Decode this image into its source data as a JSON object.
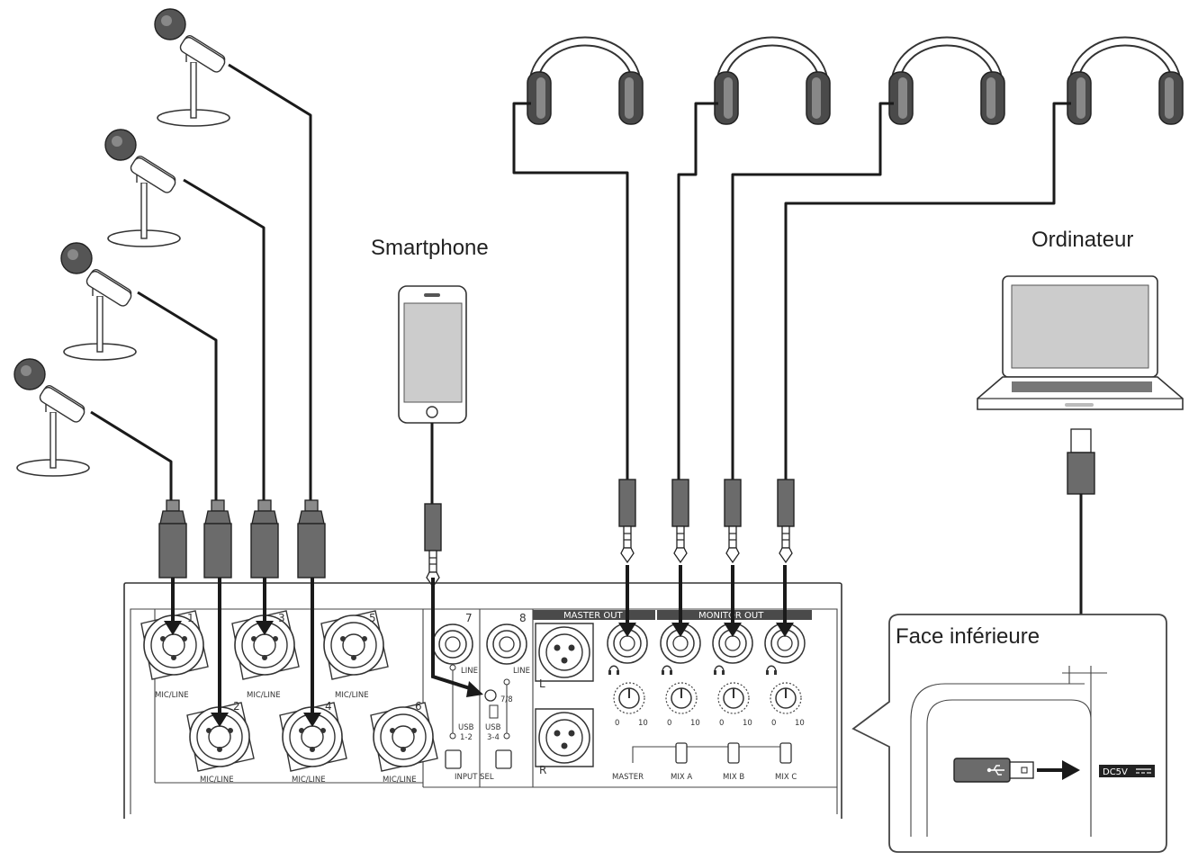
{
  "labels": {
    "smartphone": "Smartphone",
    "computer": "Ordinateur",
    "bottom_face": "Face inférieure",
    "dc_label": "DC5V"
  },
  "panel": {
    "mic_line": "MIC/LINE",
    "line": "LINE",
    "input_sel": "INPUT SEL",
    "usb_12": "USB",
    "usb_12_sub": "1-2",
    "usb_34": "USB",
    "usb_34_sub": "3-4",
    "switch_78": "7/8",
    "master_out": "MASTER OUT",
    "monitor_out": "MONITOR OUT",
    "master": "MASTER",
    "mix_a": "MIX A",
    "mix_b": "MIX B",
    "mix_c": "MIX C",
    "left": "L",
    "right": "R",
    "knob_min": "0",
    "knob_max": "10",
    "ch1": "1",
    "ch2": "2",
    "ch3": "3",
    "ch4": "4",
    "ch5": "5",
    "ch6": "6",
    "ch7": "7",
    "ch8": "8"
  },
  "colors": {
    "line": "#1a1a1a",
    "plug": "#6b6b6b",
    "strip": "#4a4a4a",
    "screen": "#cccccc"
  },
  "icons": {
    "microphone": "microphone-icon",
    "headphones": "headphones-icon",
    "smartphone": "smartphone-icon",
    "laptop": "laptop-icon",
    "usb": "usb-icon",
    "headphone_symbol": "headphone-symbol-icon"
  }
}
